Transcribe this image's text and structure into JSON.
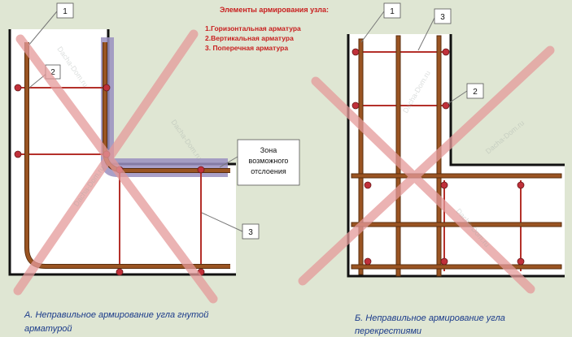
{
  "header": {
    "title": "Элементы армирования узла:",
    "items": [
      "1.Горизонтальная арматура",
      "2.Вертикальная арматура",
      "3. Поперечная арматура"
    ]
  },
  "left": {
    "caption_line1": "А. Неправильное армирование угла гнутой",
    "caption_line2": "арматурой",
    "zone_label": [
      "Зона",
      "возможного",
      "отслоения"
    ],
    "callouts": [
      "1",
      "2",
      "3"
    ]
  },
  "right": {
    "caption_line1": "Б. Неправильное армирование угла",
    "caption_line2": "перекрестиями",
    "callouts": [
      "1",
      "3",
      "2"
    ]
  },
  "watermark": "Dacha-Dom.ru",
  "colors": {
    "background": "#dfe6d3",
    "panel": "#ffffff",
    "rebar": "#8b4a1c",
    "rebar_edge": "#5a2e0e",
    "stirrup": "#b4302a",
    "node": "#c0303a",
    "zone": "#9a8fc0",
    "cross": "#e59a9a",
    "title": "#c81e1e",
    "list": "#c81e1e",
    "caption": "#1a3a8a"
  }
}
